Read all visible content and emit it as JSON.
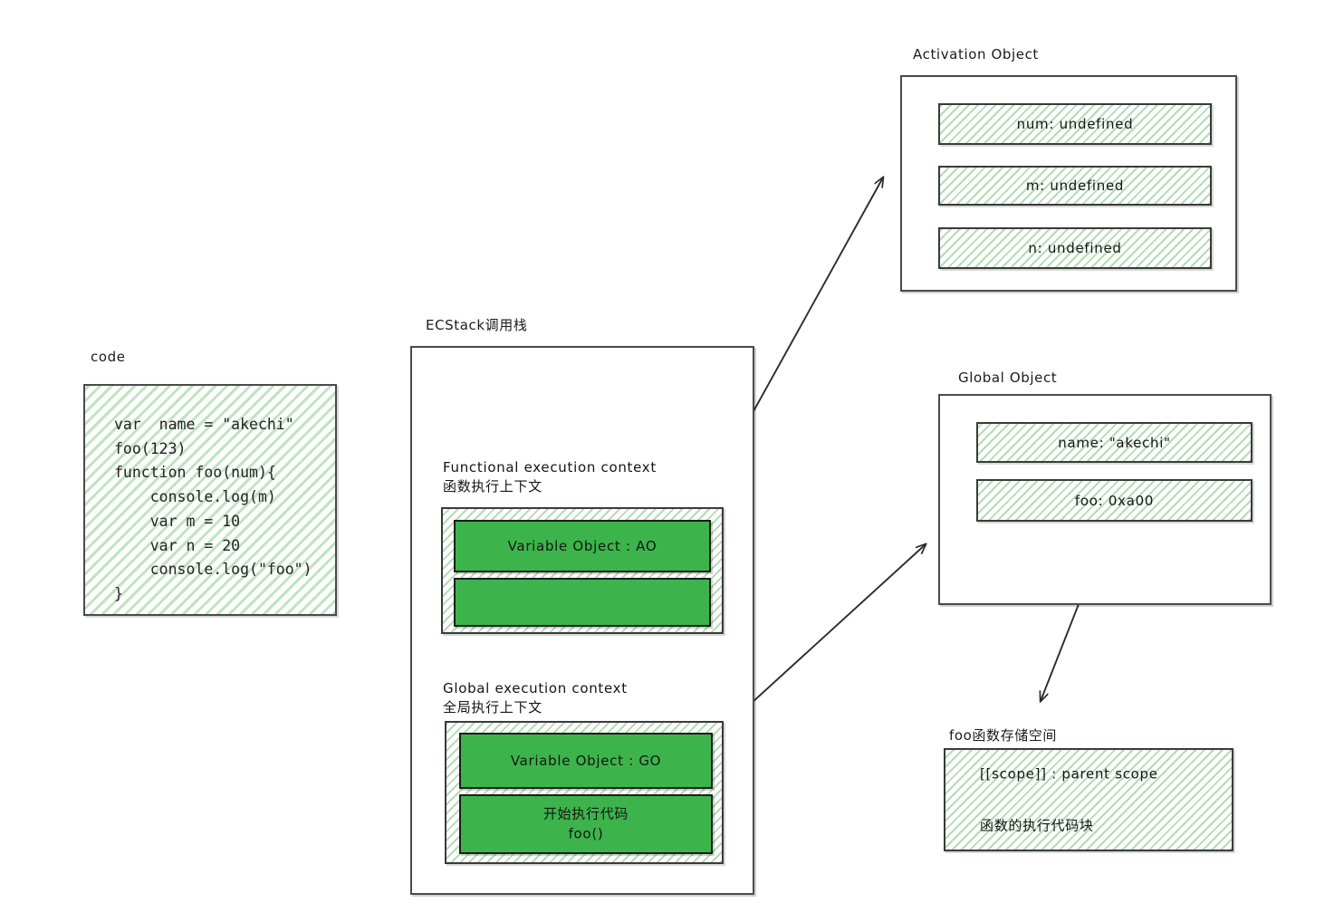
{
  "diagram": {
    "title": "JavaScript execution context diagram",
    "colors": {
      "solid_green": "#3cb44b",
      "hatch_green": "#7dbe7d",
      "outline": "#4a4a4a",
      "text": "#1b1b1b"
    }
  },
  "code_panel": {
    "label": "code",
    "source": "var  name = \"akechi\"\nfoo(123)\nfunction foo(num){\n    console.log(m)\n    var m = 10\n    var n = 20\n    console.log(\"foo\")\n}"
  },
  "ecstack": {
    "label": "ECStack调用栈",
    "contexts": [
      {
        "name": "functional-execution-context",
        "label_en": "Functional execution context",
        "label_cn": "函数执行上下文",
        "rows": [
          {
            "name": "variable-object-ao",
            "text": "Variable Object : AO"
          },
          {
            "name": "empty-slot",
            "text": ""
          }
        ]
      },
      {
        "name": "global-execution-context",
        "label_en": "Global execution context",
        "label_cn": "全局执行上下文",
        "rows": [
          {
            "name": "variable-object-go",
            "text": "Variable Object : GO"
          },
          {
            "name": "start-executing-code",
            "text": "开始执行代码\nfoo()"
          }
        ]
      }
    ]
  },
  "activation_object": {
    "label": "Activation Object",
    "entries": [
      {
        "name": "num-entry",
        "text": "num: undefined"
      },
      {
        "name": "m-entry",
        "text": "m: undefined"
      },
      {
        "name": "n-entry",
        "text": "n: undefined"
      }
    ]
  },
  "global_object": {
    "label": "Global Object",
    "entries": [
      {
        "name": "name-entry",
        "text": "name: \"akechi\""
      },
      {
        "name": "foo-entry",
        "text": "foo: 0xa00"
      }
    ]
  },
  "foo_storage": {
    "label": "foo函数存储空间",
    "lines": "[[scope]] : parent scope\n\n函数的执行代码块"
  },
  "arrows": [
    {
      "name": "arrow-ao-to-activation-object",
      "from": "Variable Object : AO",
      "to": "Activation Object"
    },
    {
      "name": "arrow-go-to-global-object",
      "from": "Variable Object : GO",
      "to": "Global Object"
    },
    {
      "name": "arrow-foo-to-foo-storage",
      "from": "foo: 0xa00",
      "to": "foo函数存储空间"
    }
  ]
}
